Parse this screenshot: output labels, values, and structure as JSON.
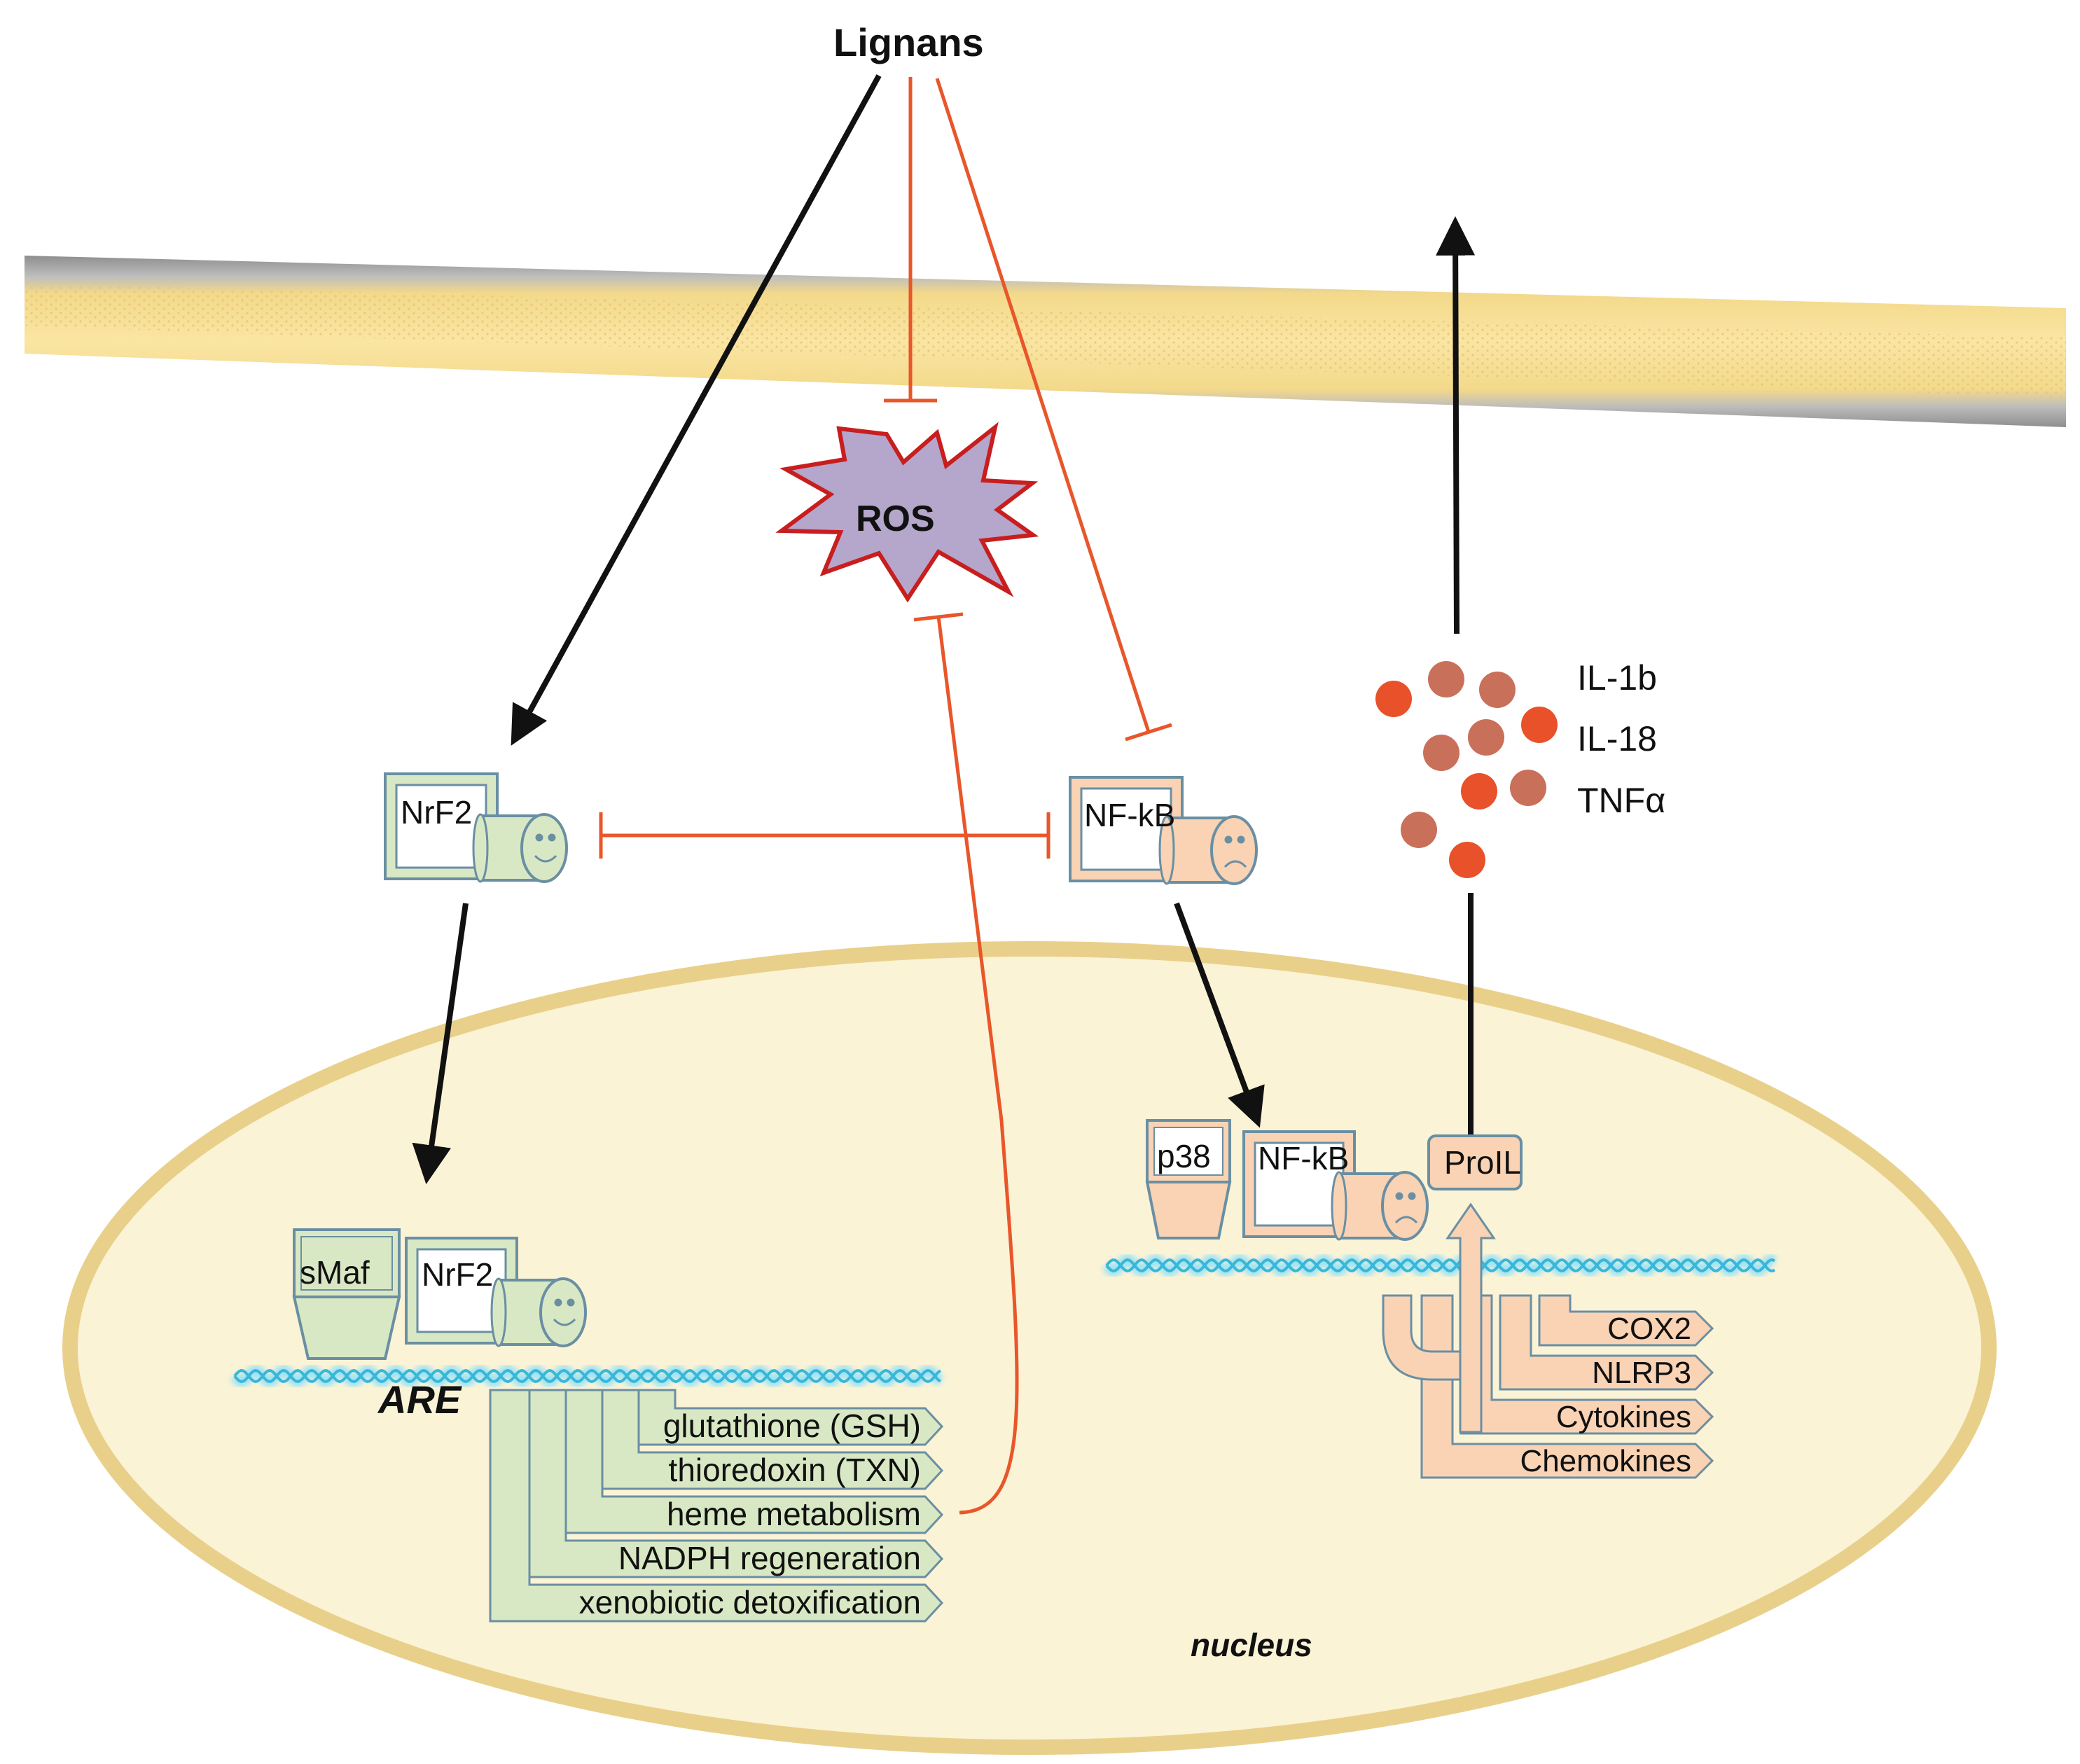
{
  "title": "Lignans",
  "ros_label": "ROS",
  "nrf2_label": "NrF2",
  "nfkb_label": "NF-kB",
  "smaf_label": "sMaf",
  "p38_label": "p38",
  "proil_label": "ProIL",
  "are_label": "ARE",
  "nucleus_label": "nucleus",
  "cytokines_out": [
    "IL-1b",
    "IL-18",
    "TNFα"
  ],
  "are_targets": [
    "glutathione (GSH)",
    "thioredoxin (TXN)",
    "heme metabolism",
    "NADPH regeneration",
    "xenobiotic detoxification"
  ],
  "nfkb_targets": [
    "COX2",
    "NLRP3",
    "Cytokines",
    "Chemokines"
  ],
  "colors": {
    "activation_arrow": "#111111",
    "inhibition_arrow": "#e8562a",
    "nrf2_fill": "#d9e8c4",
    "nfkb_fill": "#f9d3b4",
    "box_border": "#6a8fa3",
    "ros_fill": "#b5a6cc",
    "ros_border": "#c81e1e",
    "membrane_inner": "#f6dc8c",
    "membrane_outer": "#8e8e8e",
    "nucleus_fill": "#fbf3d6",
    "nucleus_border": "#e9d08a",
    "dna": "#3ab6d8",
    "cytokine_dot_light": "#c9705a",
    "cytokine_dot_bright": "#e8512a"
  }
}
